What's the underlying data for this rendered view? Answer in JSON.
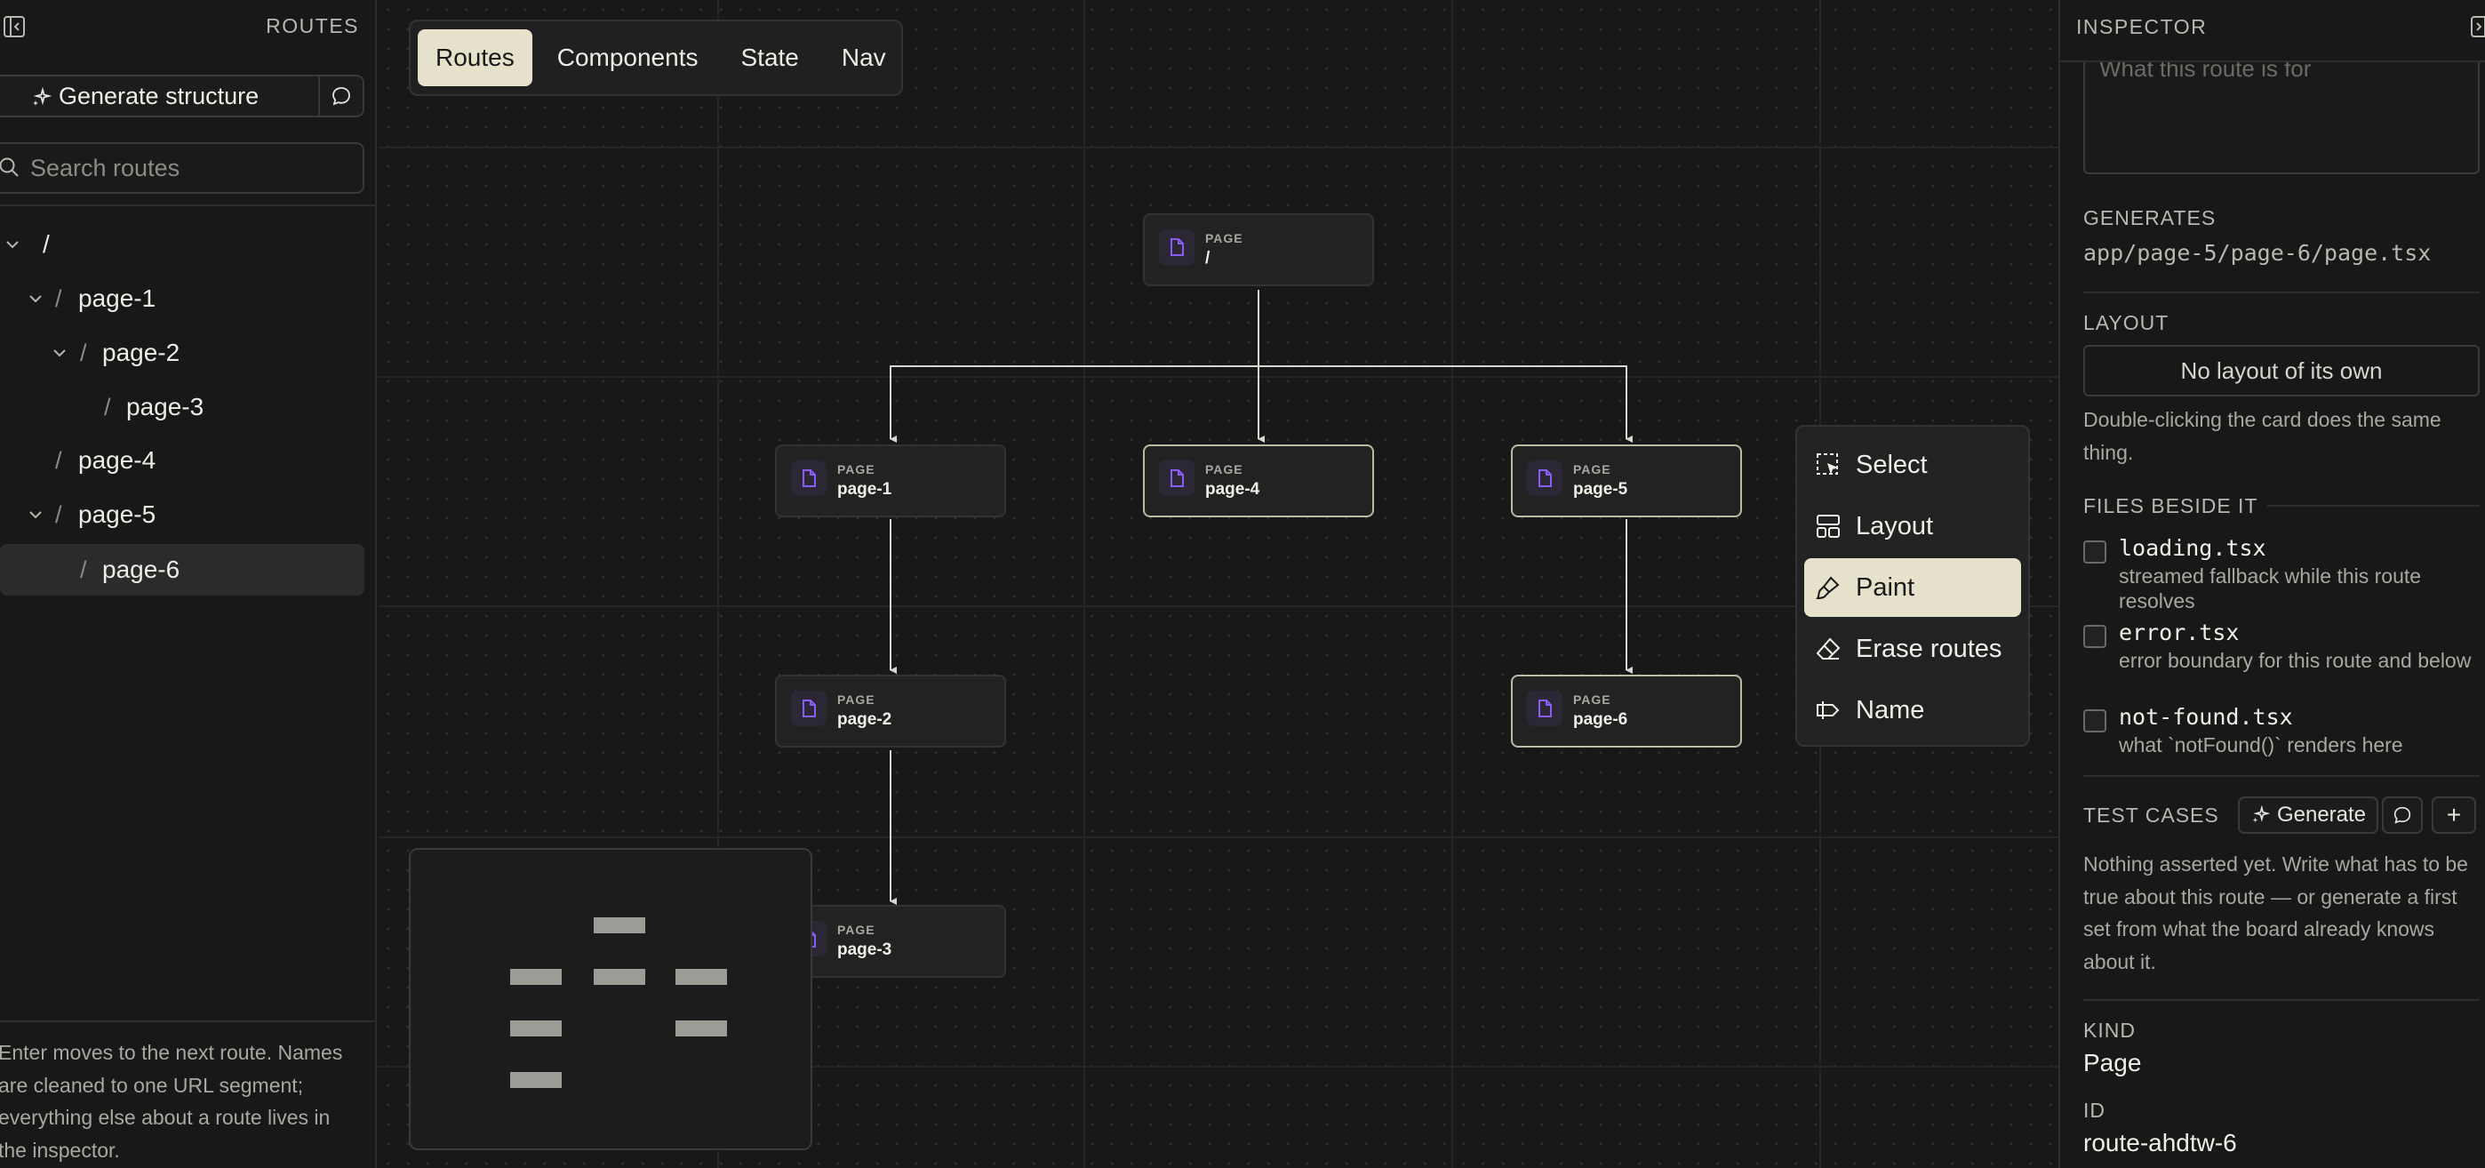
{
  "sidebar": {
    "title": "ROUTES",
    "generate_label": "Generate structure",
    "search_placeholder": "Search routes",
    "tree": [
      {
        "label": "/",
        "depth": 0,
        "expanded": true
      },
      {
        "label": "page-1",
        "depth": 1,
        "expanded": true
      },
      {
        "label": "page-2",
        "depth": 2,
        "expanded": true
      },
      {
        "label": "page-3",
        "depth": 3,
        "expanded": false
      },
      {
        "label": "page-4",
        "depth": 1,
        "expanded": false
      },
      {
        "label": "page-5",
        "depth": 1,
        "expanded": true
      },
      {
        "label": "page-6",
        "depth": 2,
        "expanded": false,
        "selected": true
      }
    ],
    "help": "Enter moves to the next route. Names are cleaned to one URL segment; everything else about a route lives in the inspector."
  },
  "canvas": {
    "tabs": [
      "Routes",
      "Components",
      "State",
      "Nav"
    ],
    "active_tab": "Routes",
    "nodes": [
      {
        "kind": "PAGE",
        "name": "/"
      },
      {
        "kind": "PAGE",
        "name": "page-1"
      },
      {
        "kind": "PAGE",
        "name": "page-4"
      },
      {
        "kind": "PAGE",
        "name": "page-5"
      },
      {
        "kind": "PAGE",
        "name": "page-2"
      },
      {
        "kind": "PAGE",
        "name": "page-6"
      },
      {
        "kind": "PAGE",
        "name": "page-3"
      }
    ],
    "tools": [
      {
        "label": "Select",
        "icon": "select-icon"
      },
      {
        "label": "Layout",
        "icon": "layout-icon"
      },
      {
        "label": "Paint",
        "icon": "paint-brush-icon",
        "active": true
      },
      {
        "label": "Erase routes",
        "icon": "eraser-icon"
      },
      {
        "label": "Name",
        "icon": "label-icon"
      }
    ]
  },
  "inspector": {
    "title": "INSPECTOR",
    "description_placeholder": "What this route is for",
    "generates_label": "GENERATES",
    "generates_path": "app/page-5/page-6/page.tsx",
    "layout_label": "LAYOUT",
    "layout_button": "No layout of its own",
    "layout_help": "Double-clicking the card does the same thing.",
    "files_label": "FILES BESIDE IT",
    "files": [
      {
        "name": "loading.tsx",
        "desc": "streamed fallback while this route resolves",
        "checked": false
      },
      {
        "name": "error.tsx",
        "desc": "error boundary for this route and below",
        "checked": false
      },
      {
        "name": "not-found.tsx",
        "desc": "what `notFound()` renders here",
        "checked": false
      }
    ],
    "tests_label": "TEST CASES",
    "tests_generate": "Generate",
    "tests_add": "+",
    "tests_help": "Nothing asserted yet. Write what has to be true about this route — or generate a first set from what the board already knows about it.",
    "kind_label": "KIND",
    "kind_value": "Page",
    "id_label": "ID",
    "id_value": "route-ahdtw-6"
  },
  "colors": {
    "accent": "#e6e1cb",
    "node_icon": "#8b5cf6",
    "background": "#181818"
  }
}
